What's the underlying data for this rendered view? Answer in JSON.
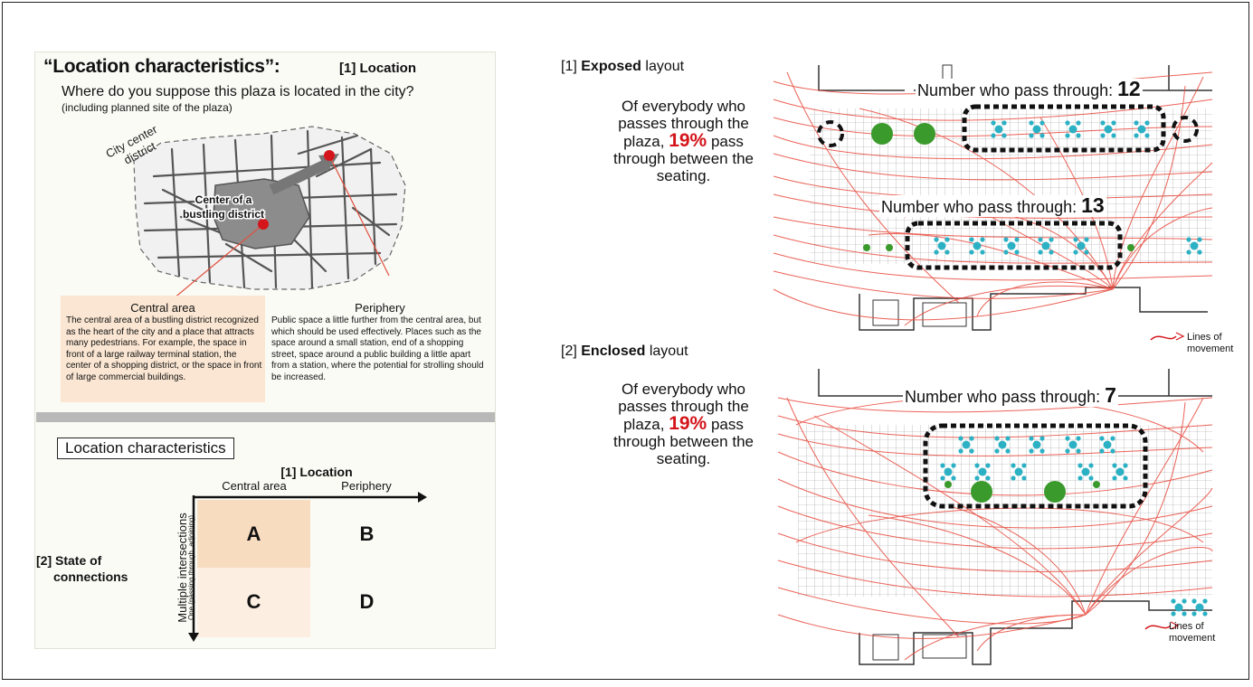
{
  "left": {
    "title": "“Location characteristics”:",
    "title_sub": "[1] Location",
    "question": "Where do you suppose this plaza is located in the city?",
    "question_sub": "(including planned site of the plaza)",
    "map_labels": {
      "city_center_line1": "City center",
      "city_center_line2": "district",
      "center_line1": "Center of a",
      "center_line2": "bustling district"
    },
    "central_area": {
      "heading": "Central area",
      "body": "The central area of a bustling district recognized as the heart of the city and a place that attracts many pedestrians. For example, the space in front of a large railway terminal station, the center of a shopping district, or the space in front of large commercial buildings."
    },
    "periphery": {
      "heading": "Periphery",
      "body": "Public space a little further from the central area, but which should be used effectively. Places such as the space around a small station, end of a shopping street, space around a public building a little apart from a station, where the potential for strolling should be increased."
    },
    "matrix": {
      "box_label": "Location characteristics",
      "axis_x_title": "[1] Location",
      "col1": "Central area",
      "col2": "Periphery",
      "axis_y_title_line1": "[2] State of",
      "axis_y_title_line2": "connections",
      "row1": "Multiple intersections",
      "row2": "One (passing through, adjoining)",
      "cells": [
        "A",
        "B",
        "C",
        "D"
      ],
      "colors": {
        "a": "#f8dcc0",
        "c": "#fcefe2"
      }
    }
  },
  "right": {
    "exposed": {
      "label_prefix": "[1]",
      "label_bold": "Exposed",
      "label_suffix": "layout",
      "desc_before": "Of everybody who passes through the plaza,",
      "desc_pct": "19%",
      "desc_after": "pass through between the seating.",
      "count_top_label": "Number who pass through:",
      "count_top_value": "12",
      "count_bottom_label": "Number who pass through:",
      "count_bottom_value": "13",
      "legend_line1": "Lines of",
      "legend_line2": "movement"
    },
    "enclosed": {
      "label_prefix": "[2]",
      "label_bold": "Enclosed",
      "label_suffix": "layout",
      "desc_before": "Of everybody who passes through the plaza,",
      "desc_pct": "19%",
      "desc_after": "pass through between the seating.",
      "count_label": "Number who pass through:",
      "count_value": "7",
      "legend_line1": "Lines of",
      "legend_line2": "movement"
    },
    "colors": {
      "paths": "#e8483c",
      "seat": "#2cb1c4",
      "tree": "#3a9a2c",
      "marker": "#d4151b"
    }
  }
}
